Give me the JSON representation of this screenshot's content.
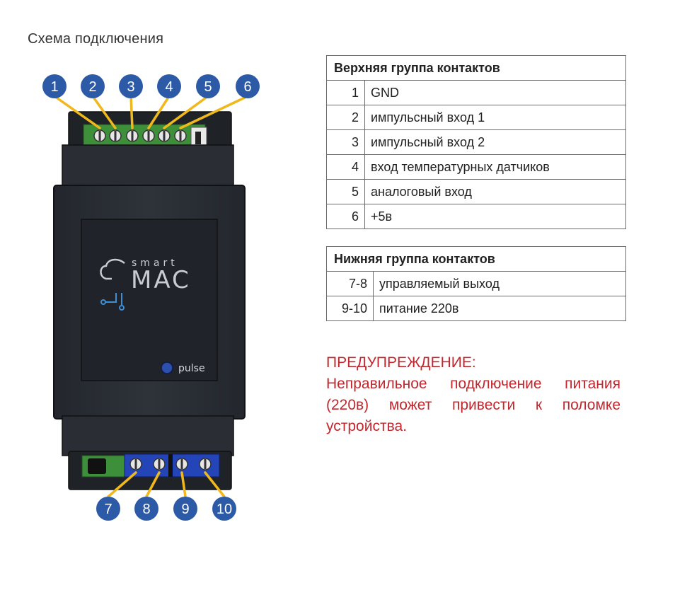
{
  "title": "Схема подключения",
  "device": {
    "logo_small": "smart",
    "logo_big": "MAC",
    "led_label": "pulse",
    "top_markers": [
      "1",
      "2",
      "3",
      "4",
      "5",
      "6"
    ],
    "bottom_markers": [
      "7",
      "8",
      "9",
      "10"
    ],
    "colors": {
      "marker_fill": "#2d5aa6",
      "marker_arrow": "#f0b81a",
      "body": "#2b2f36",
      "terminal_green": "#3e8f3a",
      "terminal_blue": "#2345b8",
      "logo_blue": "#3d8fd6"
    }
  },
  "top_table": {
    "header": "Верхняя группа контактов",
    "rows": [
      {
        "num": "1",
        "desc": "GND"
      },
      {
        "num": "2",
        "desc": "импульсный вход 1"
      },
      {
        "num": "3",
        "desc": "импульсный вход 2"
      },
      {
        "num": "4",
        "desc": "вход температурных датчиков"
      },
      {
        "num": "5",
        "desc": "аналоговый вход"
      },
      {
        "num": "6",
        "desc": "+5в"
      }
    ]
  },
  "bottom_table": {
    "header": "Нижняя группа контактов",
    "rows": [
      {
        "num": "7-8",
        "desc": "управляемый выход"
      },
      {
        "num": "9-10",
        "desc": "питание 220в"
      }
    ]
  },
  "warning": {
    "title": "ПРЕДУПРЕЖДЕНИЕ:",
    "text": "Неправильное подключение питания (220в) может привести к поломке устройства.",
    "color": "#c1272d"
  }
}
